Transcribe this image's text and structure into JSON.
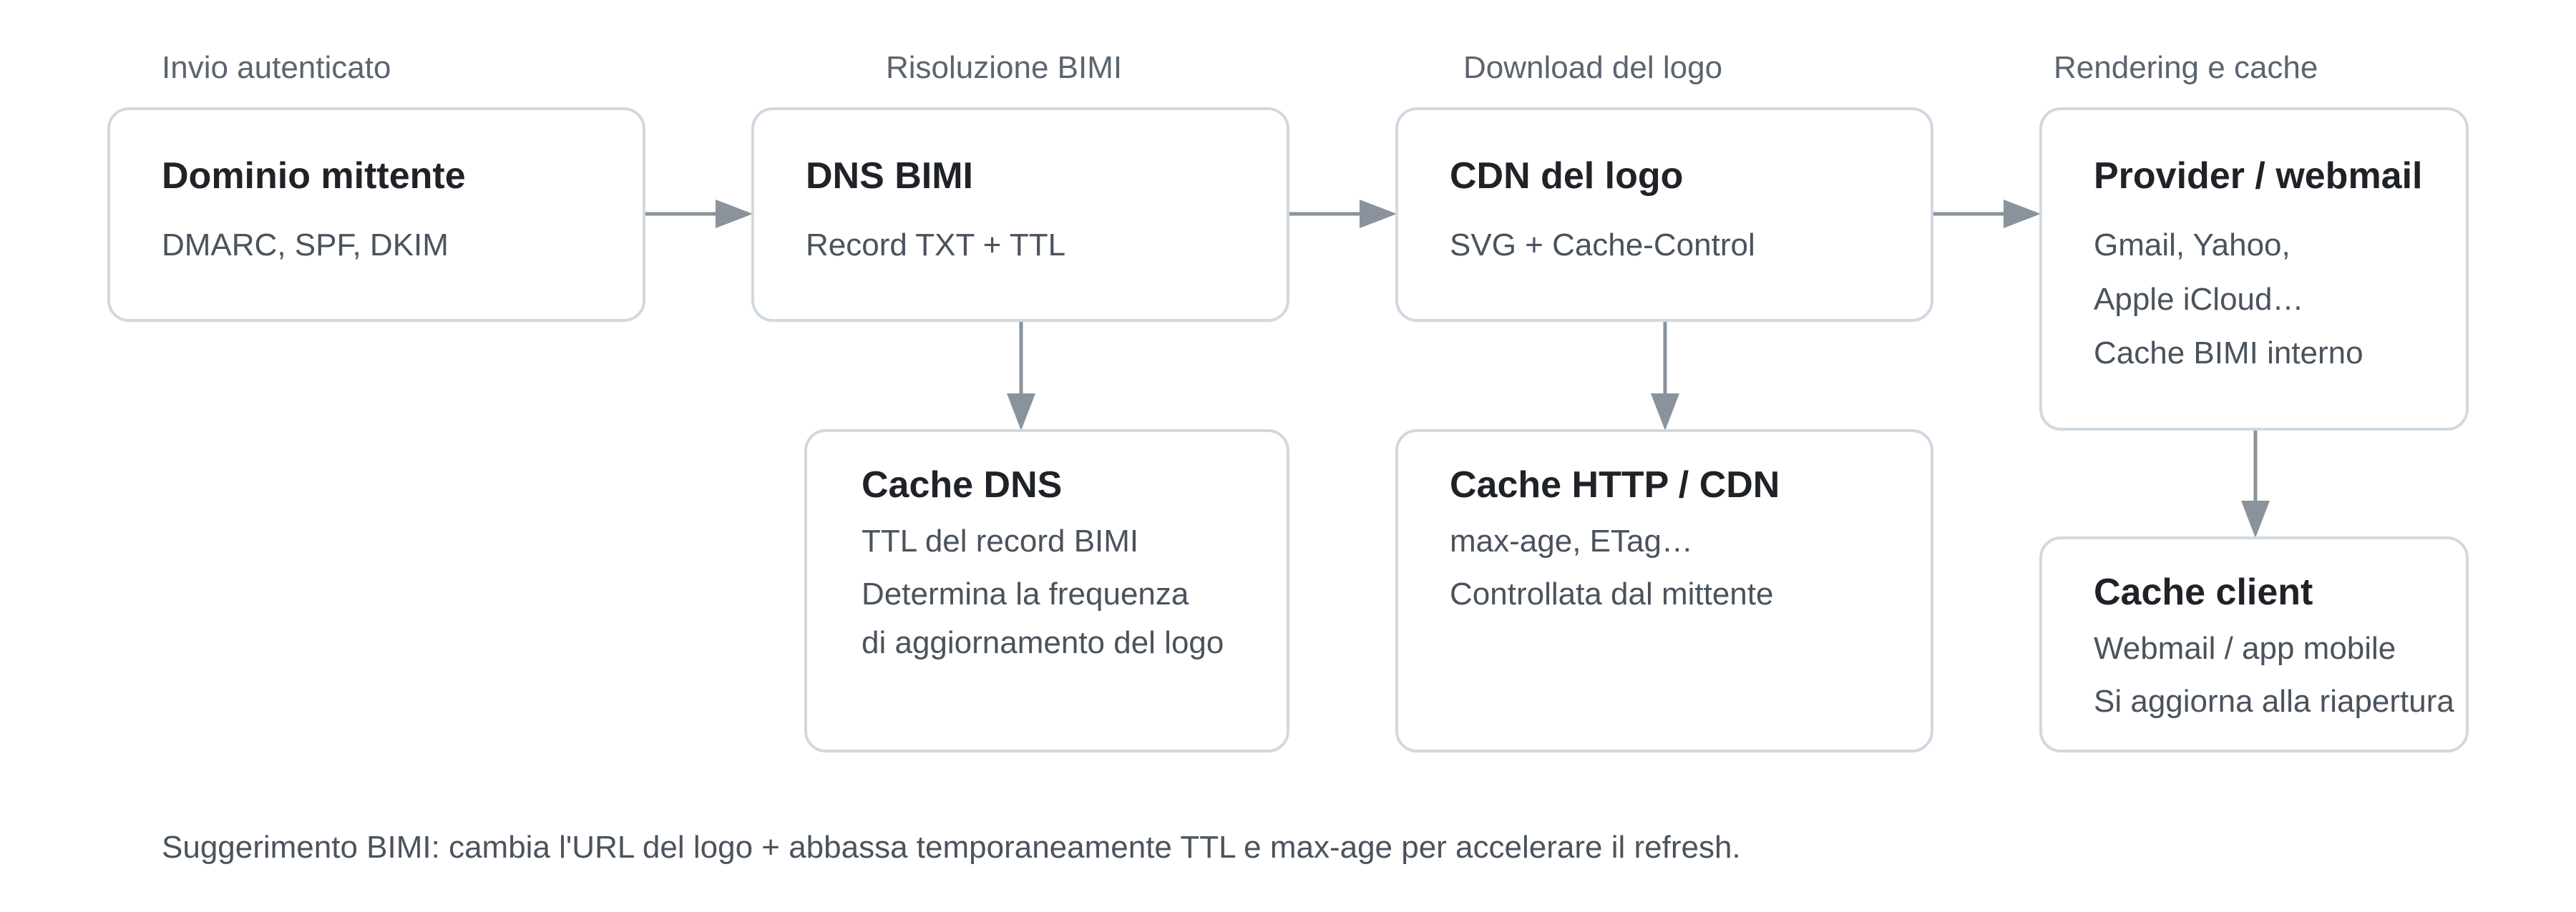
{
  "stages": [
    {
      "label": "Invio autenticato"
    },
    {
      "label": "Risoluzione BIMI"
    },
    {
      "label": "Download del logo"
    },
    {
      "label": "Rendering e cache"
    }
  ],
  "nodes": {
    "sender_domain": {
      "title": "Dominio mittente",
      "lines": [
        "DMARC, SPF, DKIM"
      ]
    },
    "dns_bimi": {
      "title": "DNS BIMI",
      "lines": [
        "Record TXT + TTL"
      ]
    },
    "logo_cdn": {
      "title": "CDN del logo",
      "lines": [
        "SVG + Cache-Control"
      ]
    },
    "provider": {
      "title": "Provider / webmail",
      "lines": [
        "Gmail, Yahoo,",
        "Apple iCloud…",
        "Cache BIMI interno"
      ]
    },
    "dns_cache": {
      "title": "Cache DNS",
      "lines": [
        "TTL del record BIMI",
        "Determina la frequenza",
        "di aggiornamento del logo"
      ]
    },
    "http_cache": {
      "title": "Cache HTTP / CDN",
      "lines": [
        "max-age, ETag…",
        "Controllata dal mittente"
      ]
    },
    "client_cache": {
      "title": "Cache client",
      "lines": [
        "Webmail / app mobile",
        "Si aggiorna alla riapertura"
      ]
    }
  },
  "footnote": "Suggerimento BIMI: cambia l'URL del logo + abbassa temporaneamente TTL e max-age per accelerare il refresh.",
  "colors": {
    "node_border": "#d0d8e0",
    "arrow": "#8a939c",
    "title_text": "#1f2328",
    "body_text": "#4a535d"
  }
}
